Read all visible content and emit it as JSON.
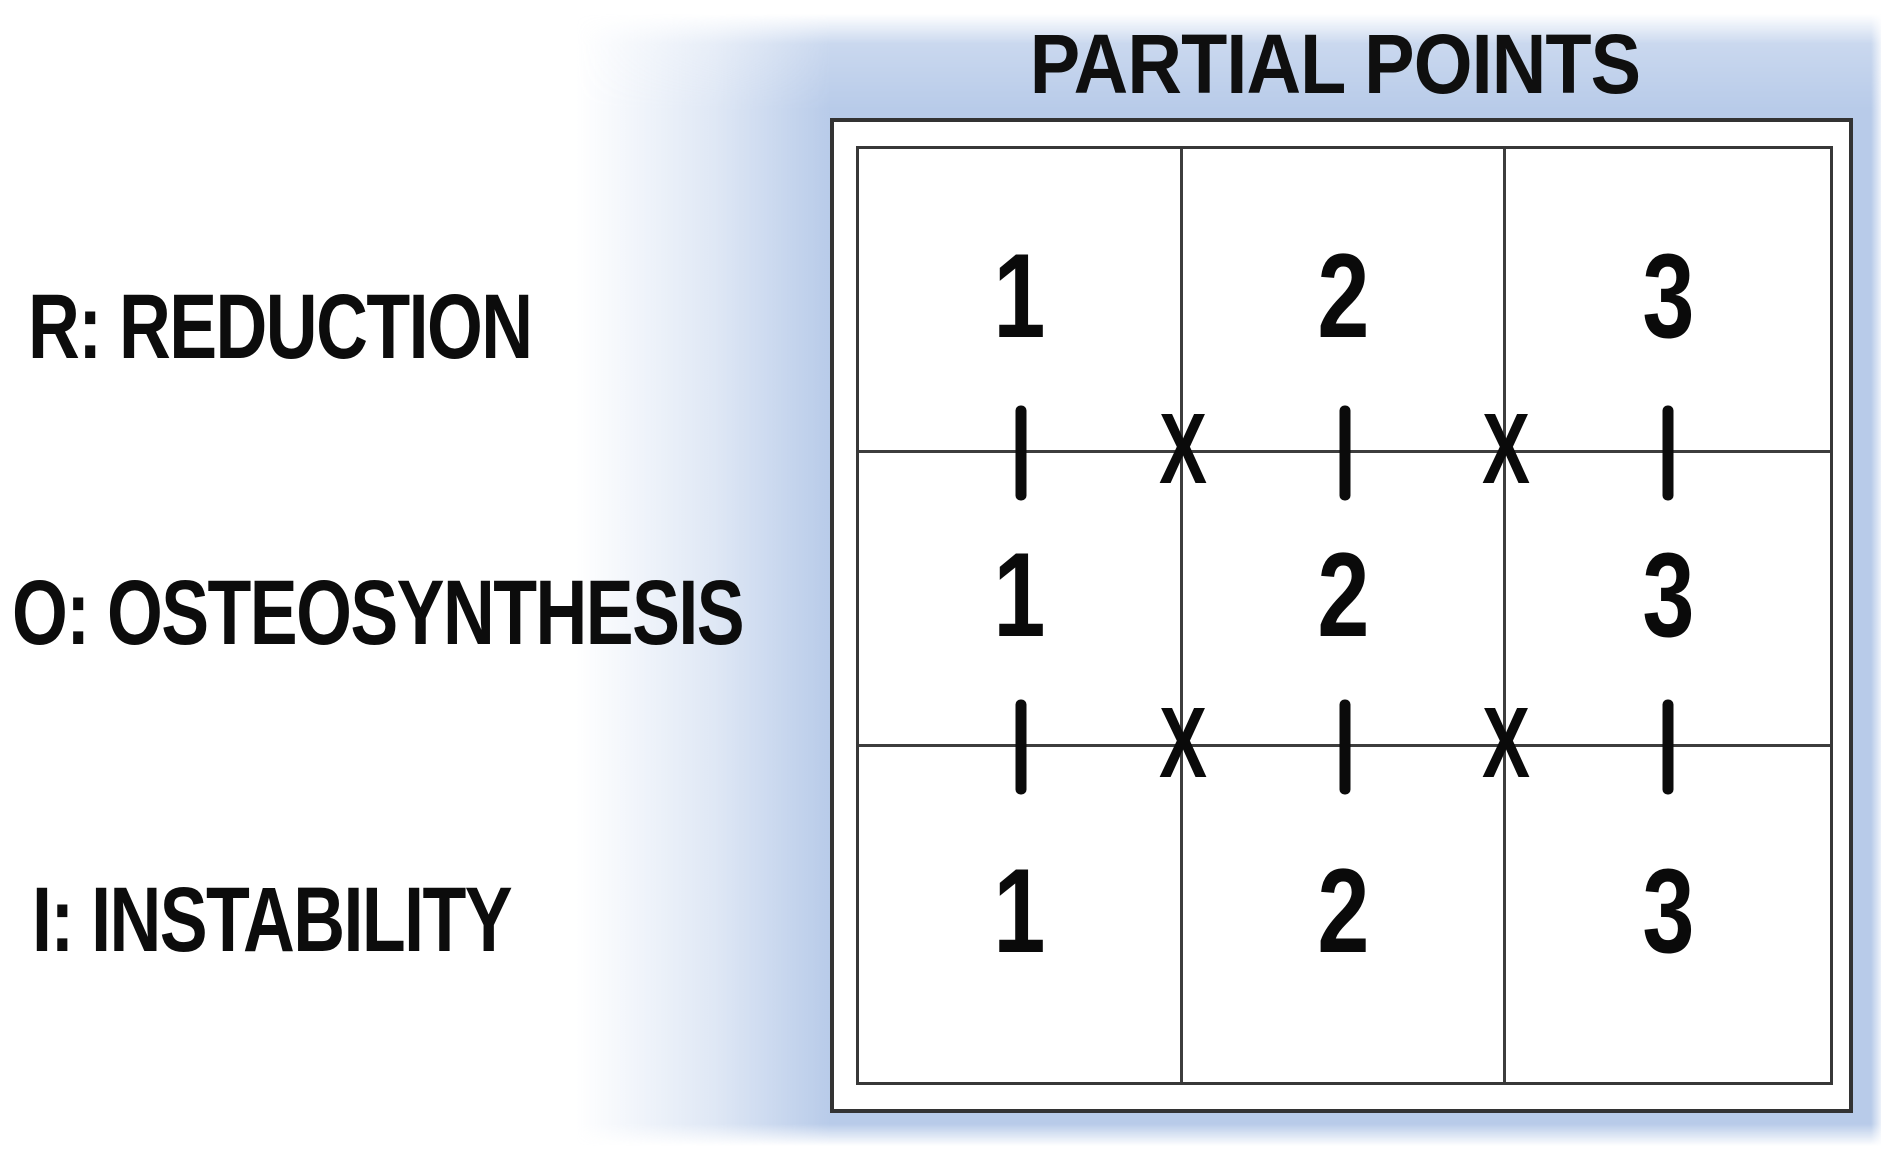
{
  "title": "PARTIAL POINTS",
  "row_labels": [
    {
      "key": "R",
      "label": "R: REDUCTION"
    },
    {
      "key": "O",
      "label": "O: OSTEOSYNTHESIS"
    },
    {
      "key": "I",
      "label": "I: INSTABILITY"
    }
  ],
  "grid": {
    "x_symbol": "X",
    "divider_pattern": [
      "tick",
      "x",
      "tick",
      "x",
      "tick"
    ],
    "rows": [
      {
        "label": "R",
        "cells": [
          "1",
          "2",
          "3"
        ]
      },
      {
        "label": "O",
        "cells": [
          "1",
          "2",
          "3"
        ]
      },
      {
        "label": "I",
        "cells": [
          "1",
          "2",
          "3"
        ]
      }
    ]
  },
  "colors": {
    "glow_blue": "#b8cbe9",
    "border_dark": "#333333",
    "text_black": "#0c0c0c"
  }
}
